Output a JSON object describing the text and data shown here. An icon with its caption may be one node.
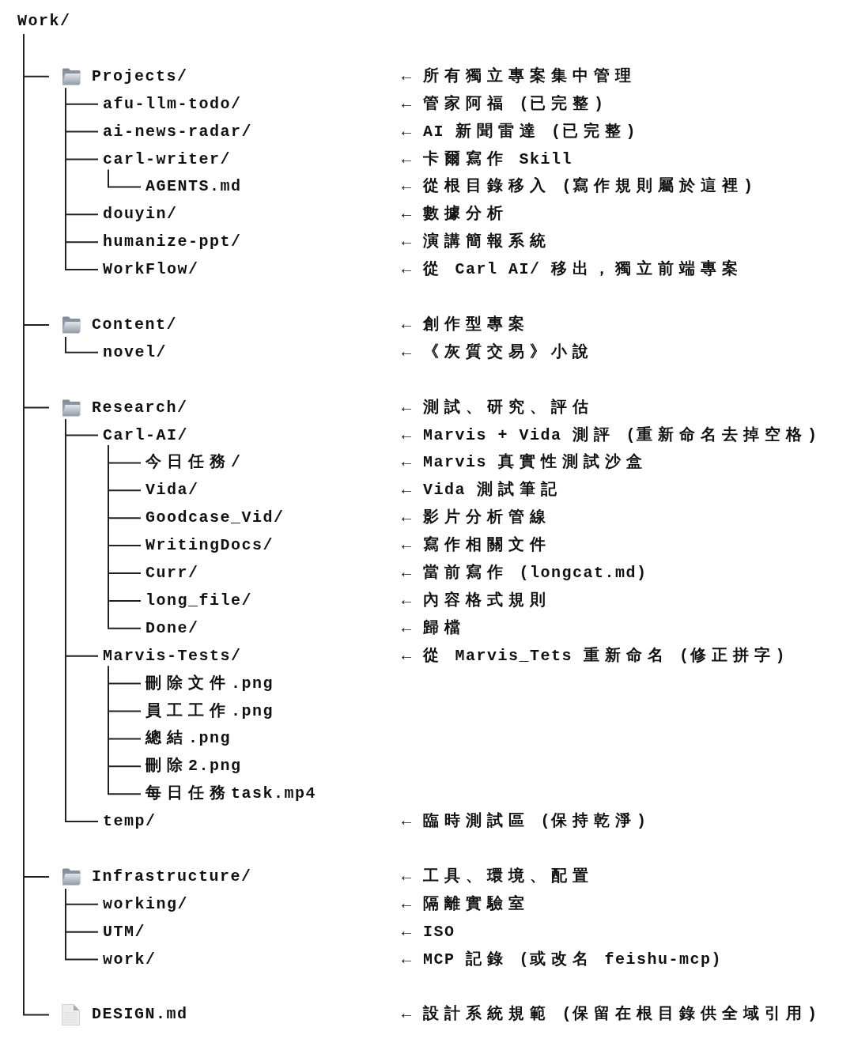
{
  "diagram": {
    "nodes": [
      {
        "text": [
          "Work/"
        ]
      },
      {
        "text": [
          "Projects/"
        ]
      },
      {
        "text": [
          "afu-llm-todo/"
        ]
      },
      {
        "text": [
          "ai-news-radar/"
        ]
      },
      {
        "text": [
          "carl-writer/"
        ]
      },
      {
        "text": [
          "AGENTS.md"
        ]
      },
      {
        "text": [
          "douyin/"
        ]
      },
      {
        "text": [
          "humanize-ppt/"
        ]
      },
      {
        "text": [
          "WorkFlow/"
        ]
      },
      {
        "text": [
          "Content/"
        ]
      },
      {
        "text": [
          "novel/"
        ]
      },
      {
        "text": [
          "Research/"
        ]
      },
      {
        "text": [
          "Carl-AI/"
        ]
      },
      {
        "text": [
          "今日任務/"
        ]
      },
      {
        "text": [
          "Vida/"
        ]
      },
      {
        "text": [
          "Goodcase_Vid/"
        ]
      },
      {
        "text": [
          "WritingDocs/"
        ]
      },
      {
        "text": [
          "Curr/"
        ]
      },
      {
        "text": [
          "long_file/"
        ]
      },
      {
        "text": [
          "Done/"
        ]
      },
      {
        "text": [
          "Marvis-Tests/"
        ]
      },
      {
        "text": [
          "刪除文件.png"
        ]
      },
      {
        "text": [
          "員工工作.png"
        ]
      },
      {
        "text": [
          "總結.png"
        ]
      },
      {
        "text": [
          "刪除2.png"
        ]
      },
      {
        "text": [
          "每日任務task.mp4"
        ]
      },
      {
        "text": [
          "temp/"
        ]
      },
      {
        "text": [
          "Infrastructure/"
        ]
      },
      {
        "text": [
          "working/"
        ]
      },
      {
        "text": [
          "UTM/"
        ]
      },
      {
        "text": [
          "work/"
        ]
      },
      {
        "text": [
          "DESIGN.md"
        ]
      }
    ],
    "edges": [
      {
        "from": 0,
        "to": 1,
        "arrow": "none"
      },
      {
        "from": 1,
        "to": 2,
        "arrow": "none"
      },
      {
        "from": 1,
        "to": 3,
        "arrow": "none"
      },
      {
        "from": 1,
        "to": 4,
        "arrow": "none"
      },
      {
        "from": 4,
        "to": 5,
        "arrow": "none"
      },
      {
        "from": 1,
        "to": 6,
        "arrow": "none"
      },
      {
        "from": 1,
        "to": 7,
        "arrow": "none"
      },
      {
        "from": 1,
        "to": 8,
        "arrow": "none"
      },
      {
        "from": 0,
        "to": 9,
        "arrow": "none"
      },
      {
        "from": 9,
        "to": 10,
        "arrow": "none"
      },
      {
        "from": 0,
        "to": 11,
        "arrow": "none"
      },
      {
        "from": 11,
        "to": 12,
        "arrow": "none"
      },
      {
        "from": 12,
        "to": 13,
        "arrow": "none"
      },
      {
        "from": 12,
        "to": 14,
        "arrow": "none"
      },
      {
        "from": 12,
        "to": 15,
        "arrow": "none"
      },
      {
        "from": 12,
        "to": 16,
        "arrow": "none"
      },
      {
        "from": 12,
        "to": 17,
        "arrow": "none"
      },
      {
        "from": 12,
        "to": 18,
        "arrow": "none"
      },
      {
        "from": 12,
        "to": 19,
        "arrow": "none"
      },
      {
        "from": 11,
        "to": 20,
        "arrow": "none"
      },
      {
        "from": 20,
        "to": 21,
        "arrow": "none"
      },
      {
        "from": 20,
        "to": 22,
        "arrow": "none"
      },
      {
        "from": 20,
        "to": 23,
        "arrow": "none"
      },
      {
        "from": 20,
        "to": 24,
        "arrow": "none"
      },
      {
        "from": 20,
        "to": 25,
        "arrow": "none"
      },
      {
        "from": 11,
        "to": 26,
        "arrow": "none"
      },
      {
        "from": 0,
        "to": 27,
        "arrow": "none"
      },
      {
        "from": 27,
        "to": 28,
        "arrow": "none"
      },
      {
        "from": 27,
        "to": 29,
        "arrow": "none"
      },
      {
        "from": 27,
        "to": 30,
        "arrow": "none"
      },
      {
        "from": 0,
        "to": 31,
        "arrow": "none"
      }
    ],
    "labels": [
      "← 所有獨立專案集中管理",
      "← 管家阿福 (已完整)",
      "← AI 新聞雷達 (已完整)",
      "← 卡爾寫作 Skill",
      "← 從根目錄移入 (寫作規則屬於這裡)",
      "← 數據分析",
      "← 演講簡報系統",
      "← 從 Carl AI/ 移出，獨立前端專案",
      "← 創作型專案",
      "← 《灰質交易》小說",
      "← 測試、研究、評估",
      "← Marvis + Vida 測評 (重新命名去掉空格)",
      "← Marvis 真實性測試沙盒",
      "← Vida 測試筆記",
      "← 影片分析管線",
      "← 寫作相關文件",
      "← 當前寫作 (longcat.md)",
      "← 內容格式規則",
      "← 歸檔",
      "← 從 Marvis_Tets 重新命名 (修正拼字)",
      "← 臨時測試區 (保持乾淨)",
      "← 工具、環境、配置",
      "← 隔離實驗室",
      "← ISO",
      "← MCP 記錄 (或改名 feishu-mcp)",
      "← 設計系統規範 (保留在根目錄供全域引用)"
    ]
  }
}
